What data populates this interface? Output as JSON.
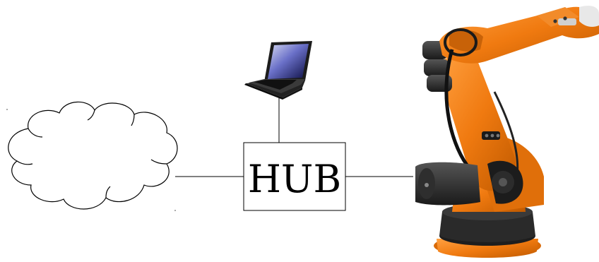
{
  "diagram": {
    "hub_label": "HUB",
    "nodes": [
      {
        "id": "internet-cloud",
        "icon": "cloud-icon"
      },
      {
        "id": "laptop",
        "icon": "laptop-icon"
      },
      {
        "id": "hub",
        "label_ref": "hub_label"
      },
      {
        "id": "industrial-robot",
        "icon": "robot-arm-icon"
      }
    ],
    "connections": [
      {
        "from": "internet-cloud",
        "to": "hub"
      },
      {
        "from": "laptop",
        "to": "hub"
      },
      {
        "from": "hub",
        "to": "industrial-robot"
      }
    ],
    "colors": {
      "line": "#000000",
      "robot_orange": "#f07a10",
      "robot_dark": "#2a2a2a"
    }
  }
}
